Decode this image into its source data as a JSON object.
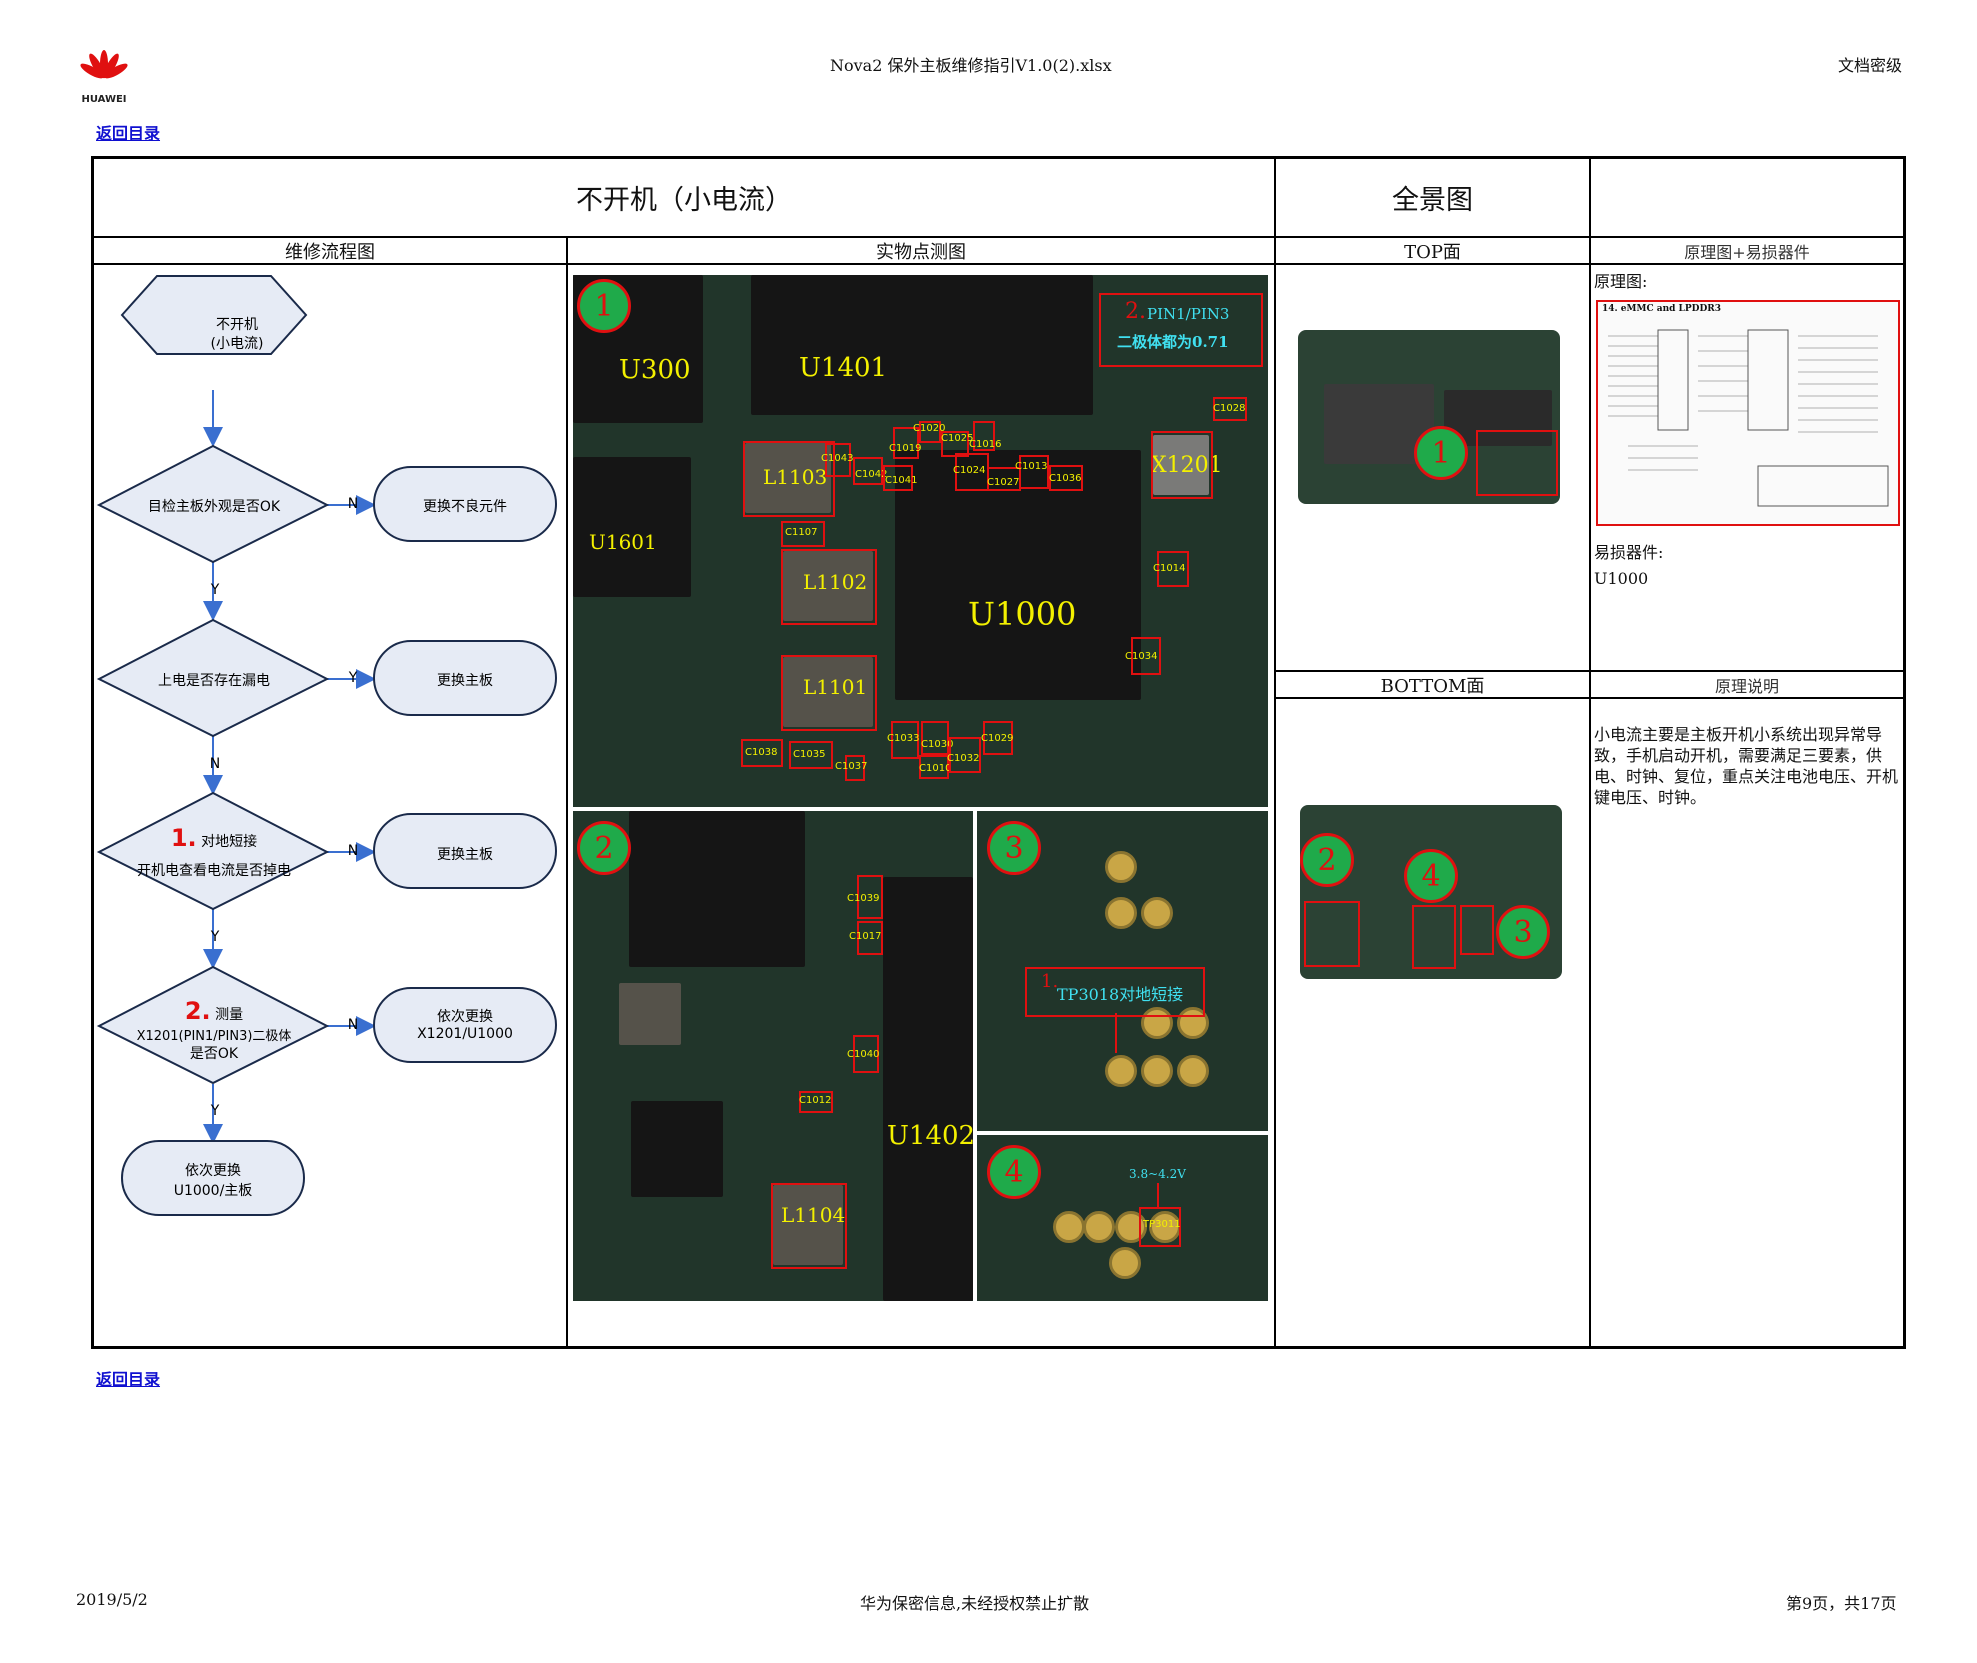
{
  "header": {
    "center": "Nova2 保外主板维修指引V1.0(2).xlsx",
    "right": "文档密级",
    "logo_text": "HUAWEI"
  },
  "links": {
    "top": "返回目录",
    "bottom": "返回目录"
  },
  "table": {
    "main_title": "不开机（小电流）",
    "overview_title": "全景图",
    "col_flow": "维修流程图",
    "col_photo": "实物点测图",
    "top_side": "TOP面",
    "bottom_side": "BOTTOM面",
    "schematic_header": "原理图+易损器件",
    "schematic_label": "原理图:",
    "schematic_caption": "14. eMMC and LPDDR3",
    "vulnerable_label": "易损器件:",
    "vulnerable_value": "U1000",
    "principle_header": "原理说明",
    "principle_text": "小电流主要是主板开机小系统出现异常导致，手机启动开机，需要满足三要素，供电、时钟、复位，重点关注电池电压、开机键电压、时钟。"
  },
  "flow": {
    "start": [
      "不开机",
      "(小电流)"
    ],
    "d1": "目检主板外观是否OK",
    "d1_no": "更换不良元件",
    "d1_no_label": "N",
    "d1_yes_label": "Y",
    "d2": "上电是否存在漏电",
    "d2_yes": "更换主板",
    "d2_yes_label": "Y",
    "d2_no_label": "N",
    "d3_num": "1.",
    "d3_line1": "对地短接",
    "d3_line2": "开机电查看电流是否掉电",
    "d3_no": "更换主板",
    "d3_no_label": "N",
    "d3_yes_label": "Y",
    "d4_num": "2.",
    "d4_line1": "测量",
    "d4_line2": "X1201(PIN1/PIN3)二极体",
    "d4_line3": "是否OK",
    "d4_no": [
      "依次更换",
      "X1201/U1000"
    ],
    "d4_no_label": "N",
    "d4_yes_label": "Y",
    "end": [
      "依次更换",
      "U1000/主板"
    ]
  },
  "photo": {
    "circles": [
      "1",
      "2",
      "3",
      "4"
    ],
    "chips_p1": [
      "U300",
      "U1401",
      "U1601",
      "L1103",
      "L1102",
      "L1101",
      "U1000",
      "X1201"
    ],
    "annot_p1_num": "2.",
    "annot_p1_l1": "PIN1/PIN3",
    "annot_p1_l2": "二极体都为0.71",
    "caps_p1": [
      "C1028",
      "C1043",
      "C1042",
      "C1041",
      "C1019",
      "C1020",
      "C1025",
      "C1016",
      "C1024",
      "C1027",
      "C1013",
      "C1036",
      "C1107",
      "C1014",
      "C1034",
      "C1038",
      "C1035",
      "C1037",
      "C1033",
      "C1030",
      "C1010",
      "C1032",
      "C1029"
    ],
    "chips_p2": [
      "U1402",
      "L1104"
    ],
    "caps_p2": [
      "C1039",
      "C1017",
      "C1040",
      "C1012"
    ],
    "annot_p3_num": "1.",
    "annot_p3": "TP3018对地短接",
    "annot_p4": "3.8~4.2V",
    "tp_p4": "TP3011"
  },
  "overview": {
    "top_circle": "1",
    "bottom_circles": [
      "2",
      "4",
      "3"
    ]
  },
  "footer": {
    "date": "2019/5/2",
    "center": "华为保密信息,未经授权禁止扩散",
    "page": "第9页，共17页"
  },
  "colors": {
    "red": "#e01010",
    "green": "#1faa4a",
    "yellow": "#f3f000",
    "cyan": "#40e0f0",
    "link": "#1010d0",
    "flow_fill": "#e6ebf5",
    "flow_border": "#1a2a4a"
  }
}
